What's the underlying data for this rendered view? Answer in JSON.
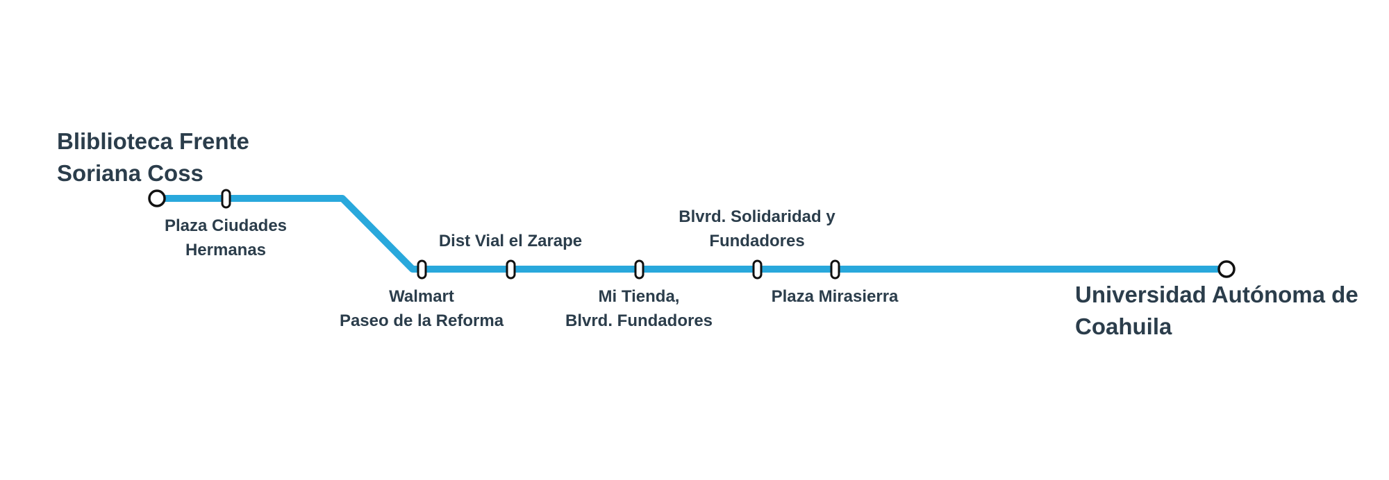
{
  "line": {
    "color": "#29a8dc"
  },
  "terminals": {
    "origin": {
      "lines": [
        "Bliblioteca Frente",
        "Soriana Coss"
      ]
    },
    "destination": {
      "lines": [
        "Universidad Autónoma de",
        "Coahuila"
      ]
    }
  },
  "stops": [
    {
      "lines": [
        "Plaza Ciudades",
        "Hermanas"
      ]
    },
    {
      "lines": [
        "Walmart",
        "Paseo de la Reforma"
      ]
    },
    {
      "lines": [
        "Dist Vial el Zarape"
      ]
    },
    {
      "lines": [
        "Mi Tienda,",
        "Blvrd. Fundadores"
      ]
    },
    {
      "lines": [
        "Blvrd. Solidaridad y",
        "Fundadores"
      ]
    },
    {
      "lines": [
        "Plaza Mirasierra"
      ]
    }
  ]
}
